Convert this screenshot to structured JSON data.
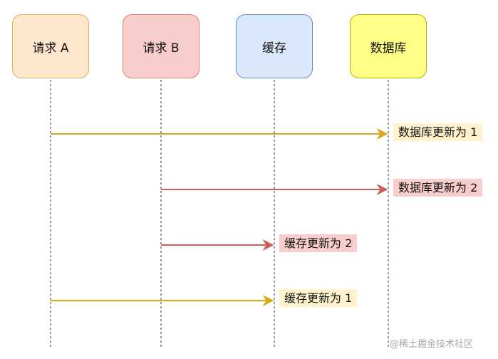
{
  "participants": {
    "request_a": "请求 A",
    "request_b": "请求 B",
    "cache": "缓存",
    "database": "数据库"
  },
  "messages": {
    "m1": "数据库更新为 1",
    "m2": "数据库更新为 2",
    "m3": "缓存更新为 2",
    "m4": "缓存更新为 1"
  },
  "watermark": "@稀土掘金技术社区",
  "colors": {
    "request_a_fill": "#ffe6cc",
    "request_a_border": "#d6b656",
    "request_b_fill": "#f8cecc",
    "request_b_border": "#e57b78",
    "cache_fill": "#dae8fc",
    "cache_border": "#6c8ebf",
    "database_fill": "#ffff88",
    "database_border": "#b2b200",
    "arrow_yellow": "#d6a81a",
    "arrow_red": "#c9605c"
  }
}
